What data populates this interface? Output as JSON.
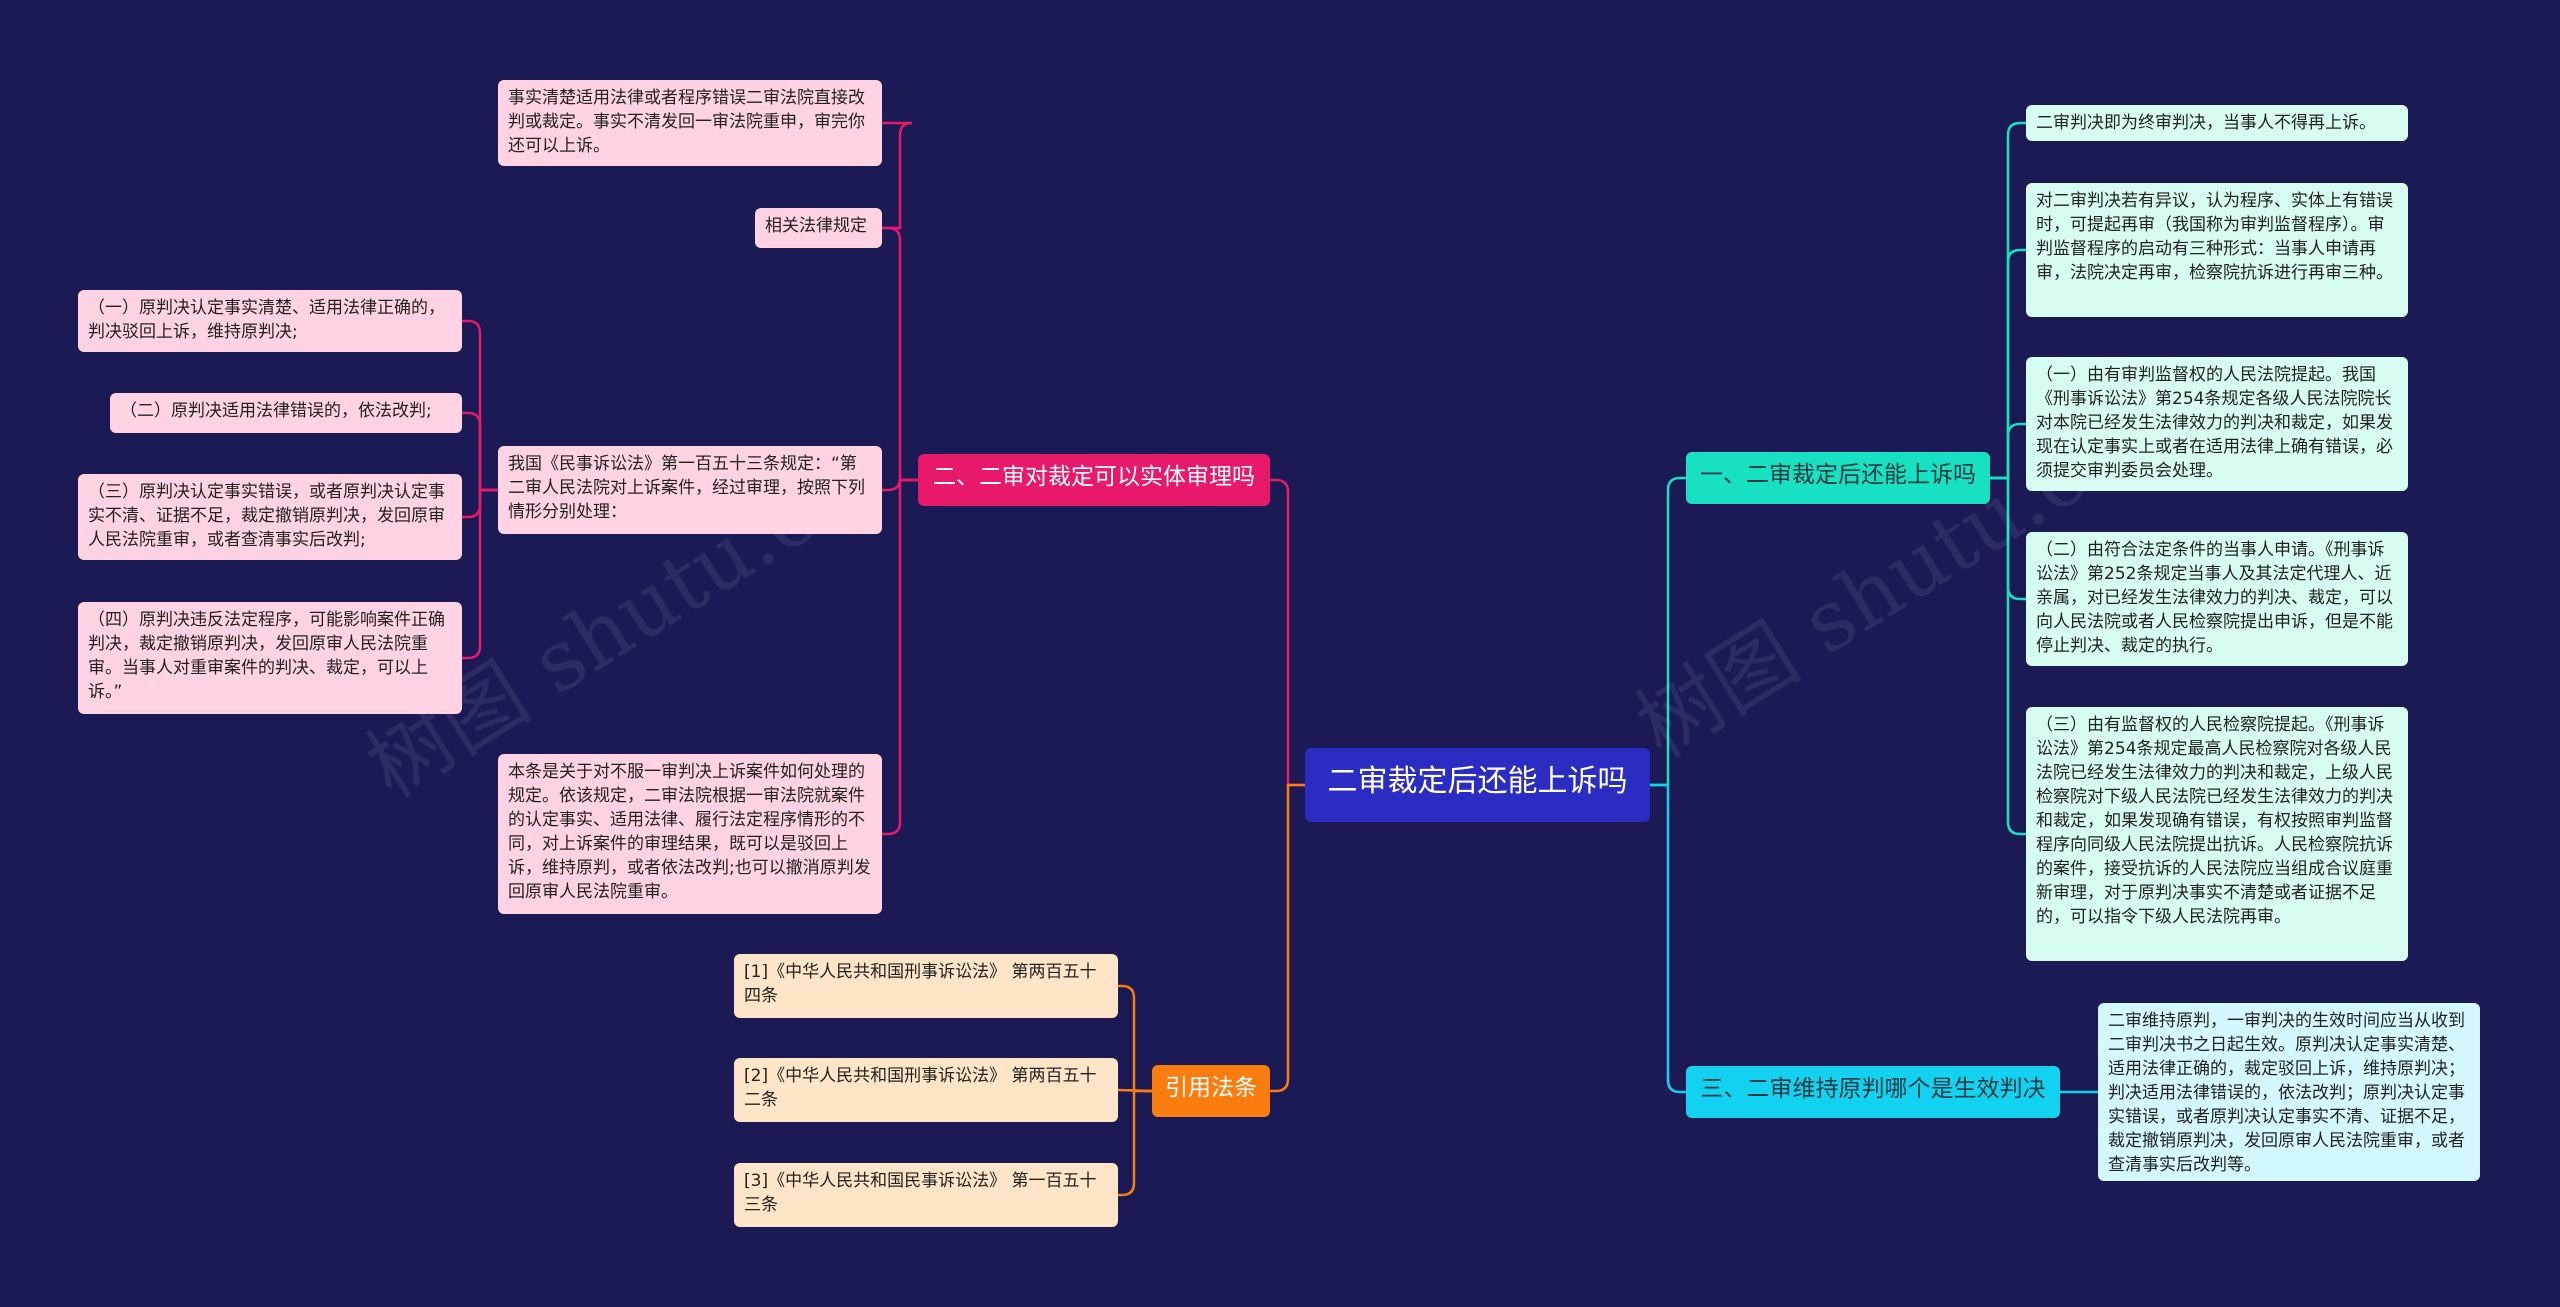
{
  "root": {
    "label": "二审裁定后还能上诉吗"
  },
  "branches": {
    "b1": {
      "label": "一、二审裁定后还能上诉吗"
    },
    "b2": {
      "label": "二、二审对裁定可以实体审理吗"
    },
    "b3": {
      "label": "三、二审维持原判哪个是生效判决"
    },
    "b4": {
      "label": "引用法条"
    }
  },
  "b1_items": [
    "二审判决即为终审判决，当事人不得再上诉。",
    "对二审判决若有异议，认为程序、实体上有错误时，可提起再审（我国称为审判监督程序）。审判监督程序的启动有三种形式：当事人申请再审，法院决定再审，检察院抗诉进行再审三种。",
    "（一）由有审判监督权的人民法院提起。我国《刑事诉讼法》第254条规定各级人民法院院长对本院已经发生法律效力的判决和裁定，如果发现在认定事实上或者在适用法律上确有错误，必须提交审判委员会处理。",
    "（二）由符合法定条件的当事人申请。《刑事诉讼法》第252条规定当事人及其法定代理人、近亲属，对已经发生法律效力的判决、裁定，可以向人民法院或者人民检察院提出申诉，但是不能停止判决、裁定的执行。",
    "（三）由有监督权的人民检察院提起。《刑事诉讼法》第254条规定最高人民检察院对各级人民法院已经发生法律效力的判决和裁定，上级人民检察院对下级人民法院已经发生法律效力的判决和裁定，如果发现确有错误，有权按照审判监督程序向同级人民法院提出抗诉。人民检察院抗诉的案件，接受抗诉的人民法院应当组成合议庭重新审理，对于原判决事实不清楚或者证据不足的，可以指令下级人民法院再审。"
  ],
  "b2_items": {
    "law_text": "事实清楚适用法律或者程序错误二审法院直接改判或裁定。事实不清发回一审法院重申，审完你还可以上诉。",
    "law_label": "相关法律规定",
    "article": "我国《民事诉讼法》第一百五十三条规定：“第二审人民法院对上诉案件，经过审理，按照下列情形分别处理：",
    "article_items": [
      "（一）原判决认定事实清楚、适用法律正确的，判决驳回上诉，维持原判决;",
      "（二）原判决适用法律错误的，依法改判;",
      "（三）原判决认定事实错误，或者原判决认定事实不清、证据不足，裁定撤销原判决，发回原审人民法院重审，或者查清事实后改判;",
      "（四）原判决违反法定程序，可能影响案件正确判决，裁定撤销原判决，发回原审人民法院重审。当事人对重审案件的判决、裁定，可以上诉。”"
    ],
    "summary": "本条是关于对不服一审判决上诉案件如何处理的规定。依该规定，二审法院根据一审法院就案件的认定事实、适用法律、履行法定程序情形的不同，对上诉案件的审理结果，既可以是驳回上诉，维持原判，或者依法改判;也可以撤消原判发回原审人民法院重审。"
  },
  "b3_items": [
    "二审维持原判，一审判决的生效时间应当从收到二审判决书之日起生效。原判决认定事实清楚、适用法律正确的，裁定驳回上诉，维持原判决；判决适用法律错误的，依法改判；原判决认定事实错误，或者原判决认定事实不清、证据不足，裁定撤销原判决，发回原审人民法院重审，或者查清事实后改判等。"
  ],
  "b4_items": [
    "[1]《中华人民共和国刑事诉讼法》 第两百五十四条",
    "[2]《中华人民共和国刑事诉讼法》 第两百五十二条",
    "[3]《中华人民共和国民事诉讼法》 第一百五十三条"
  ],
  "colors": {
    "background": "#1b1a55",
    "root": "#2a2cc2",
    "pink": "#e8196a",
    "teal": "#18e1c1",
    "cyan": "#12d2f0",
    "orange": "#fb7d0f"
  }
}
